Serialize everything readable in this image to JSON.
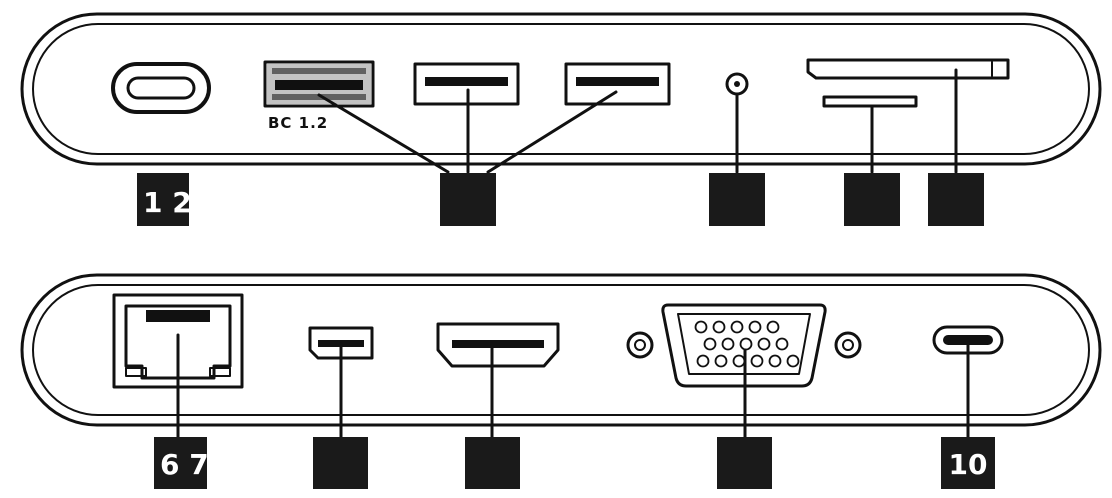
{
  "colors": {
    "ink": "#111111",
    "paper": "#ffffff",
    "badge": "#1a1a1a",
    "badge_text": "#ffffff"
  },
  "top_panel": {
    "ports": [
      {
        "icon": "usb-c-port-icon"
      },
      {
        "icon": "usb-a-port-icon",
        "label": "BC 1.2"
      },
      {
        "icon": "usb-a-port-icon"
      },
      {
        "icon": "usb-a-port-icon"
      },
      {
        "icon": "audio-jack-icon"
      },
      {
        "icon": "microsd-slot-icon"
      },
      {
        "icon": "sd-card-slot-icon"
      }
    ],
    "badges": [
      "1 2",
      "",
      "",
      "",
      ""
    ]
  },
  "bottom_panel": {
    "ports": [
      {
        "icon": "ethernet-port-icon"
      },
      {
        "icon": "mini-displayport-icon"
      },
      {
        "icon": "hdmi-port-icon"
      },
      {
        "icon": "vga-port-icon"
      },
      {
        "icon": "usb-c-port-icon"
      }
    ],
    "badges": [
      "6 7",
      "",
      "",
      "",
      "10"
    ]
  }
}
